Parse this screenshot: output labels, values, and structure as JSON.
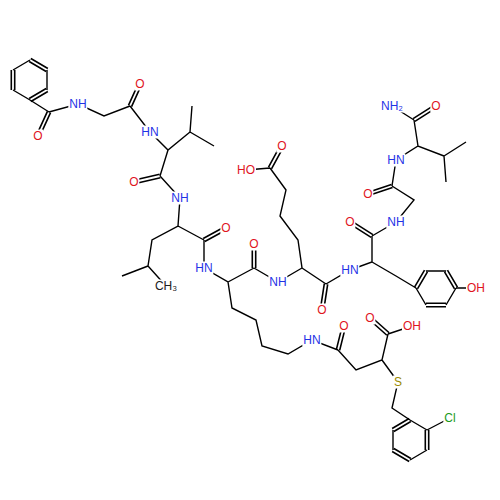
{
  "diagram": {
    "labels": [
      "O",
      "NH",
      "O",
      "HN",
      "O",
      "NH",
      "CH₃",
      "O",
      "HN",
      "O",
      "NH",
      "HO",
      "O",
      "O",
      "HN",
      "O",
      "NH",
      "O",
      "HN",
      "NH₂",
      "O",
      "OH",
      "HN",
      "O",
      "O",
      "OH",
      "S",
      "Cl"
    ]
  }
}
